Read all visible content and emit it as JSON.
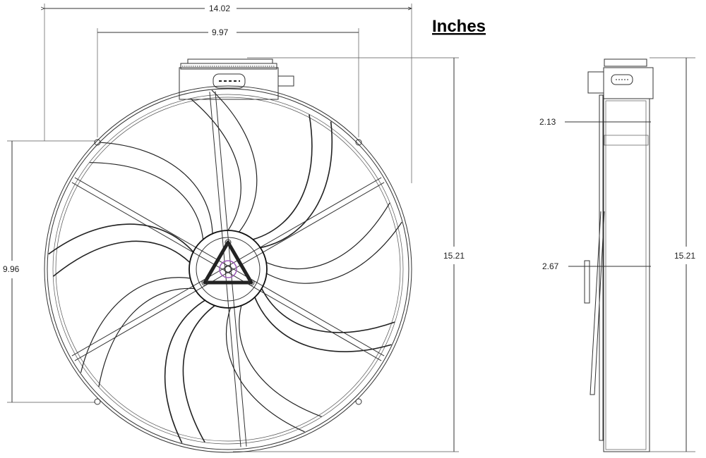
{
  "title": "Inches",
  "front_view": {
    "overall_width": "14.02",
    "mount_width": "9.97",
    "overall_height": "15.21",
    "mount_height": "9.96"
  },
  "side_view": {
    "overall_height": "15.21",
    "frame_depth": "2.13",
    "total_depth": "2.67"
  },
  "colors": {
    "line": "#333333",
    "hub_accent": "#9b59b6"
  }
}
